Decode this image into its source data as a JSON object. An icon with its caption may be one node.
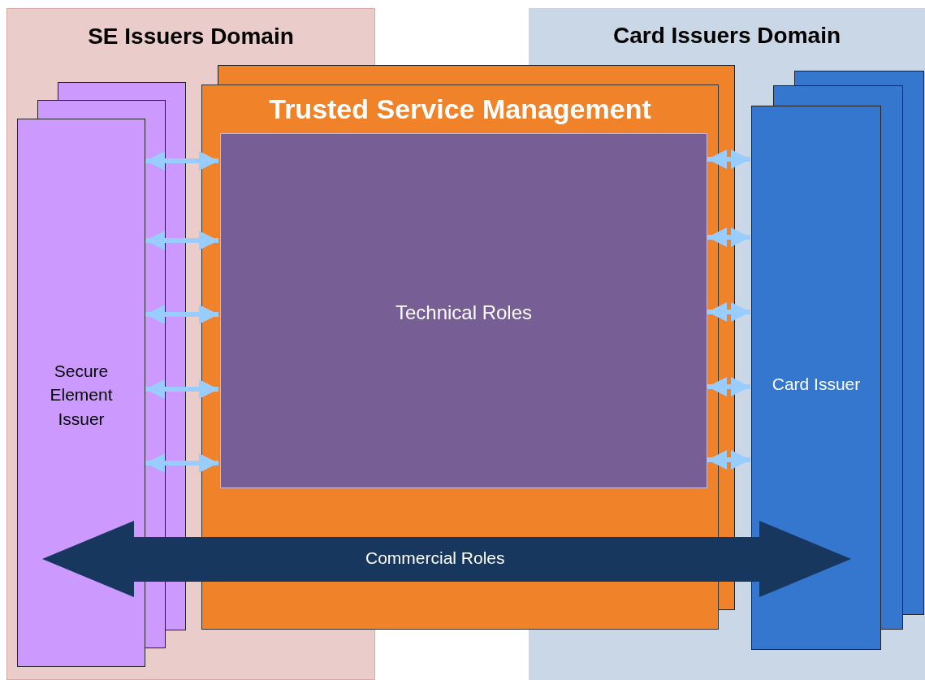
{
  "diagram": {
    "nodes": [
      {
        "text": [
          "SE Issuers Domain"
        ]
      },
      {
        "text": [
          "Card Issuers Domain"
        ]
      },
      {
        "text": [
          "Trusted Service Management"
        ]
      },
      {
        "text": [
          "Technical Roles"
        ],
        "in": 2
      },
      {
        "text": [
          "Secure Element Issuer"
        ],
        "in": 0
      },
      {
        "text": [
          "Card Issuer"
        ],
        "in": 1
      }
    ],
    "edges": [
      {
        "from": 4,
        "to": 3,
        "arrow": "both"
      },
      {
        "from": 4,
        "to": 3,
        "arrow": "both"
      },
      {
        "from": 4,
        "to": 3,
        "arrow": "both"
      },
      {
        "from": 4,
        "to": 3,
        "arrow": "both"
      },
      {
        "from": 4,
        "to": 3,
        "arrow": "both"
      },
      {
        "from": 3,
        "to": 5,
        "arrow": "both"
      },
      {
        "from": 3,
        "to": 5,
        "arrow": "both"
      },
      {
        "from": 3,
        "to": 5,
        "arrow": "both"
      },
      {
        "from": 3,
        "to": 5,
        "arrow": "both"
      },
      {
        "from": 3,
        "to": 5,
        "arrow": "both"
      },
      {
        "from": 4,
        "to": 5,
        "arrow": "both",
        "label": "Commercial Roles",
        "style": "thick",
        "color": "#17375e"
      }
    ]
  }
}
